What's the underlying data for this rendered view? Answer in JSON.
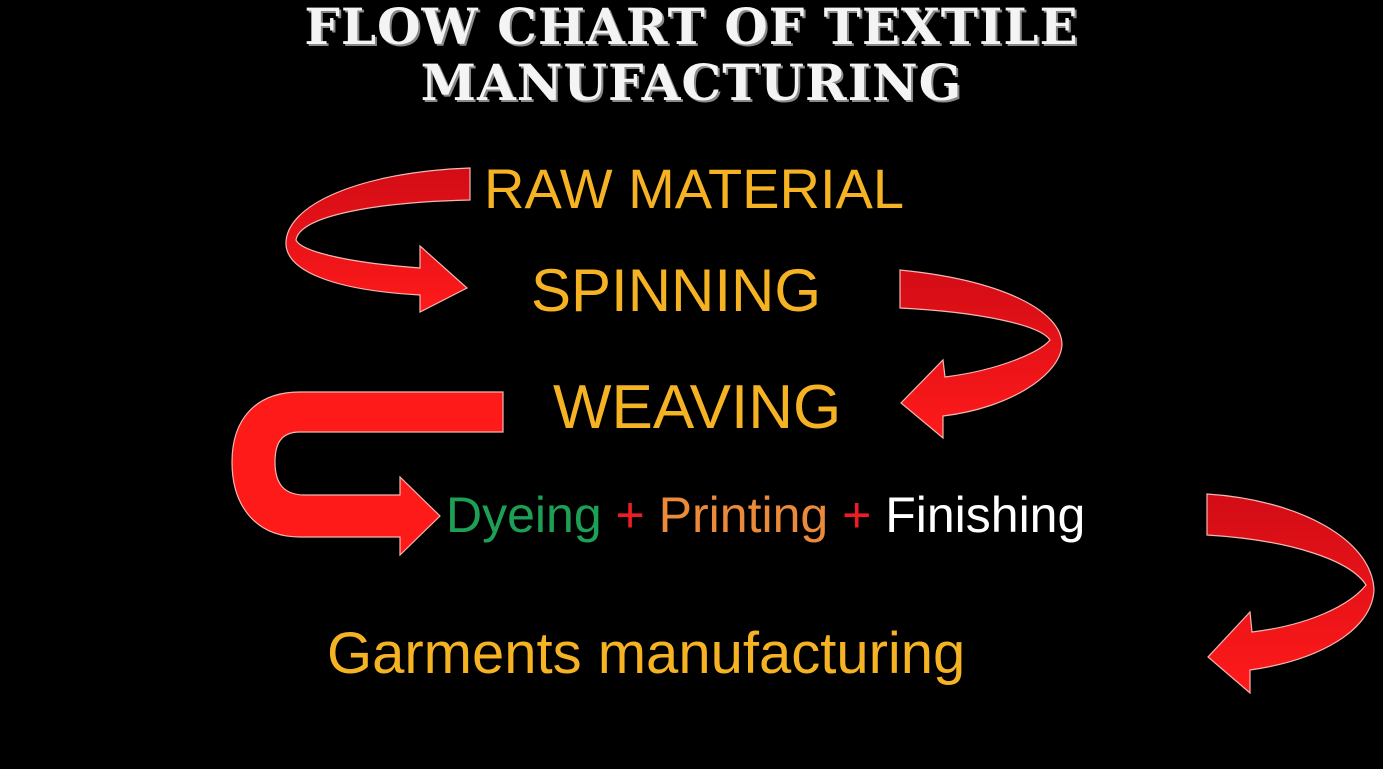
{
  "title": {
    "line1": "FLOW CHART  OF TEXTILE",
    "line2": "MANUFACTURING"
  },
  "steps": {
    "raw_material": "RAW MATERIAL",
    "spinning": "SPINNING",
    "weaving": "WEAVING",
    "processing": {
      "dyeing": "Dyeing",
      "plus1": "+",
      "printing": "Printing",
      "plus2": "+",
      "finishing": "Finishing"
    },
    "garments": "Garments manufacturing"
  },
  "colors": {
    "background": "#000000",
    "step_text": "#f5b324",
    "dyeing": "#1da055",
    "printing": "#ea8a3a",
    "finishing": "#ffffff",
    "plus": "#ee1c24",
    "arrow": "#ee1c24"
  },
  "connectors": [
    {
      "from": "raw_material",
      "to": "spinning",
      "icon": "curved-arrow-left-loop"
    },
    {
      "from": "spinning",
      "to": "weaving",
      "icon": "curved-arrow-right-loop"
    },
    {
      "from": "weaving",
      "to": "processing",
      "icon": "u-turn-arrow-left"
    },
    {
      "from": "processing",
      "to": "garments",
      "icon": "curved-arrow-right-loop"
    }
  ]
}
